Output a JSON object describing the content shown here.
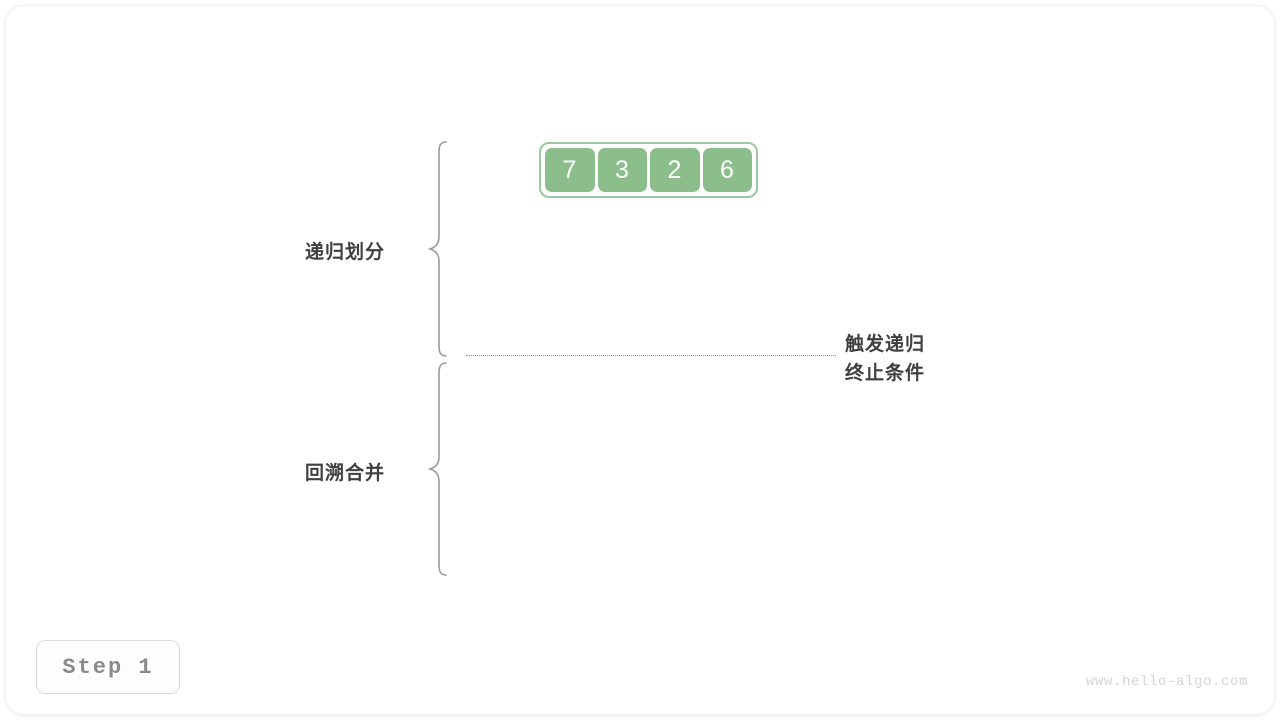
{
  "figure": {
    "title": "merge-sort-step-1",
    "background_color": "#ffffff"
  },
  "array": {
    "values": [
      "7",
      "3",
      "2",
      "6"
    ],
    "cell_fill_color": "#8cbe8c",
    "cell_text_color": "#ffffff",
    "container_border_color": "#9dc79d"
  },
  "phases": {
    "divide_label": "递归划分",
    "merge_label": "回溯合并",
    "label_color": "#3f3f3f"
  },
  "annotation": {
    "line1": "触发递归",
    "line2": "终止条件",
    "divider_color": "#8f8f8f"
  },
  "footer": {
    "step_label": "Step 1",
    "watermark": "www.hello-algo.com",
    "step_text_color": "#8a8a8a",
    "watermark_color": "#d4d4d4"
  }
}
